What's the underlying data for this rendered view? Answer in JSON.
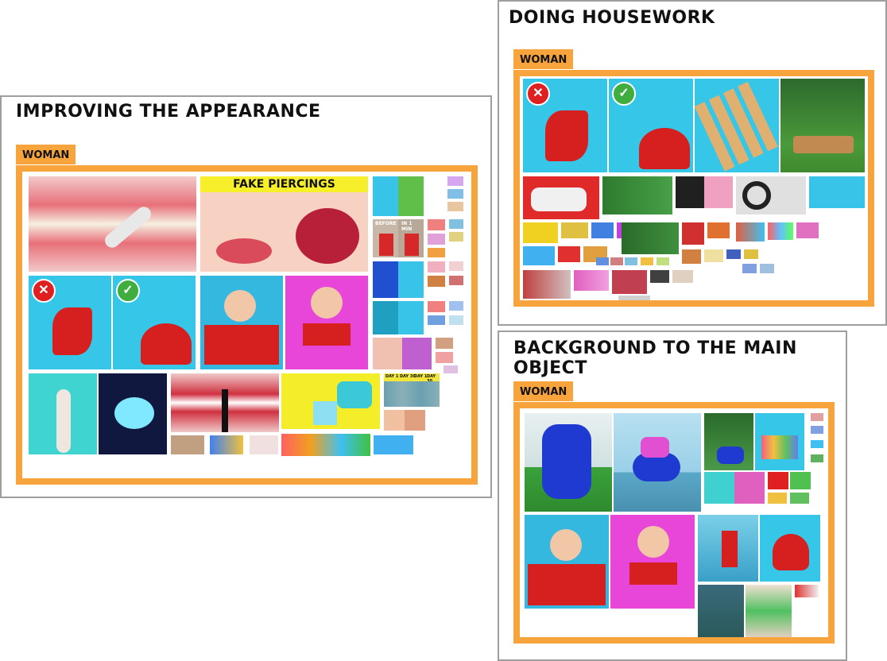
{
  "panels": {
    "appearance": {
      "title": "IMPROVING THE APPEARANCE",
      "tag": "WOMAN"
    },
    "housework": {
      "title": "DOING HOUSEWORK",
      "tag": "WOMAN"
    },
    "background": {
      "title": "BACKGROUND TO THE MAIN OBJECT",
      "tag": "WOMAN"
    }
  },
  "thumbnails": {
    "fake_piercings": "FAKE PIERCINGS",
    "before": "BEFORE",
    "in_1_min": "IN 1 MIN",
    "day_1": "DAY 1",
    "day_30": "DAY 30"
  },
  "icons": {
    "wrong": "✕",
    "right": "✓"
  },
  "colors": {
    "accent": "#f7a43d",
    "border_gray": "#9e9e9e",
    "thumb_cyan": "#35c6e8",
    "thumb_magenta": "#e846d8",
    "thumb_red": "#e02020",
    "thumb_green": "#3fae3f"
  }
}
